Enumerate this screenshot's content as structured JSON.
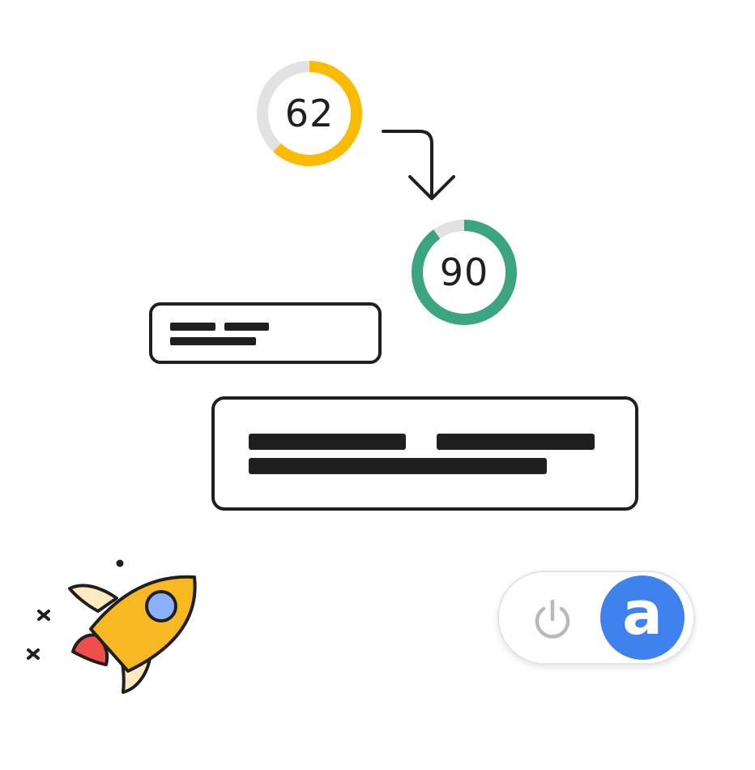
{
  "scores": {
    "before": {
      "value": "62",
      "fraction": 0.62,
      "color": "#fbbb00"
    },
    "after": {
      "value": "90",
      "fraction": 0.9,
      "color": "#3ba57f"
    },
    "track_color": "#e2e2e2"
  },
  "icons": {
    "transition": "arrow-curved-down-icon",
    "illustration": "rocket-icon",
    "toggle_off": "power-icon"
  },
  "toggle": {
    "logo_letter": "a",
    "state": "on",
    "knob_color": "#3f82ed"
  },
  "ink_color": "#1f1f1f"
}
